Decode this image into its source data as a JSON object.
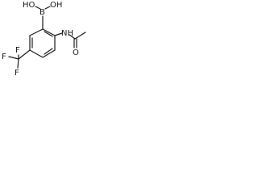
{
  "molecule": {
    "atoms": {
      "boron": "B",
      "hydroxyl_left": "HO",
      "hydroxyl_right": "OH",
      "amide_nitrogen": "NH",
      "carbonyl_oxygen": "O",
      "fluorine_top": "F",
      "fluorine_left": "F",
      "fluorine_bottom": "F"
    }
  }
}
